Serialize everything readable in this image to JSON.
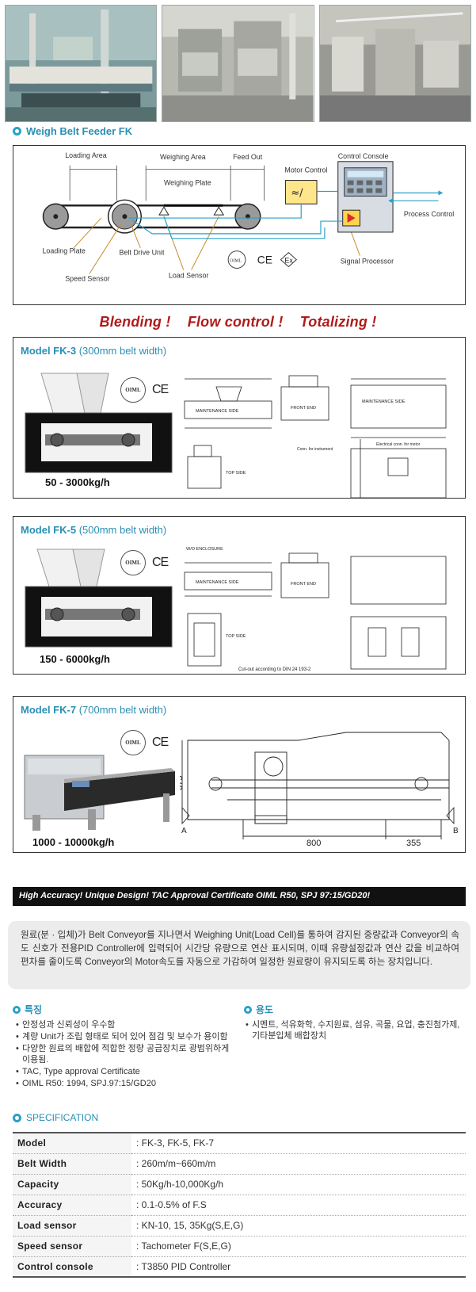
{
  "photos": [
    {
      "name": "photo-1"
    },
    {
      "name": "photo-2"
    },
    {
      "name": "photo-3"
    }
  ],
  "weigh_title": "Weigh Belt Feeder FK",
  "diagram": {
    "loading_area": "Loading Area",
    "weighing_area": "Weighing Area",
    "feed_out": "Feed Out",
    "weighing_plate": "Weighing Plate",
    "motor_control": "Motor Control",
    "control_console": "Control Console",
    "process_control": "Process Control",
    "loading_plate": "Loading Plate",
    "belt_drive_unit": "Belt Drive Unit",
    "speed_sensor": "Speed Sensor",
    "load_sensor": "Load Sensor",
    "signal_processor": "Signal Processor",
    "oiml": "OIML",
    "ce": "CE"
  },
  "slogan": [
    "Blending !",
    "Flow control !",
    "Totalizing !"
  ],
  "models": [
    {
      "title": "Model FK-3",
      "width": "(300mm belt width)",
      "capacity": "50 - 3000kg/h"
    },
    {
      "title": "Model FK-5",
      "width": "(500mm belt width)",
      "capacity": "150 - 6000kg/h"
    },
    {
      "title": "Model FK-7",
      "width": "(700mm belt width)",
      "capacity": "1000 - 10000kg/h"
    }
  ],
  "drawing_labels": {
    "fk3": {
      "maintenance_side": "MAINTENANCE SIDE",
      "front_end": "FRONT END",
      "top_side": "TOP SIDE",
      "maint_side2": "MAINTENANCE SIDE",
      "elec": "Electrical conn. for motor",
      "instr": "Conn. for instrument"
    },
    "fk5": {
      "maintenance_side": "MAINTENANCE SIDE",
      "front_end": "FRONT END",
      "top_side": "TOP SIDE",
      "cutout": "Cut-out according to  DIN 24 193-2",
      "enclosure": "W/O ENCLOSURE"
    },
    "fk7": {
      "dim_675": "675",
      "dim_800": "800",
      "dim_355": "355",
      "a": "A",
      "b": "B"
    }
  },
  "banner": "High Accuracy! Unique Design! TAC Approval Certificate OIML R50, SPJ 97:15/GD20!",
  "description": "원료(분 · 입체)가 Belt Conveyor를 지나면서 Weighing Unit(Load Cell)를 통하여 감지된 중량값과 Conveyor의 속도 신호가 전용PID Controller에 입력되어 시간당 유량으로 연산 표시되며, 이때 유량설정값과 연산 값을 비교하여 편차를 줄이도록 Conveyor의 Motor속도를 자동으로 가감하여 일정한 원료량이 유지되도록 하는 장치입니다.",
  "features": {
    "title": "특징",
    "items": [
      "안정성과 신뢰성이 우수함",
      "계량 Unit가 조립 형태로 되어 있어 점검 및 보수가 용이함",
      "다양한 원료의 배합에 적합한 정량 공급장치로 광범위하게 이용됨.",
      "TAC, Type approval Certificate",
      "OIML R50: 1994, SPJ.97:15/GD20"
    ]
  },
  "usage": {
    "title": "용도",
    "items": [
      "시멘트, 석유화학, 수지원료, 섬유, 곡물, 요업, 충진첨가제, 기타분입체 배합장치"
    ]
  },
  "spec_title": "SPECIFICATION",
  "spec": [
    {
      "key": "Model",
      "value": ": FK-3, FK-5, FK-7"
    },
    {
      "key": "Belt Width",
      "value": ": 260m/m~660m/m"
    },
    {
      "key": "Capacity",
      "value": ": 50Kg/h-10,000Kg/h"
    },
    {
      "key": "Accuracy",
      "value": ": 0.1-0.5% of F.S"
    },
    {
      "key": "Load sensor",
      "value": ": KN-10, 15, 35Kg(S,E,G)"
    },
    {
      "key": "Speed sensor",
      "value": ": Tachometer F(S,E,G)"
    },
    {
      "key": "Control console",
      "value": ": T3850 PID Controller"
    }
  ]
}
